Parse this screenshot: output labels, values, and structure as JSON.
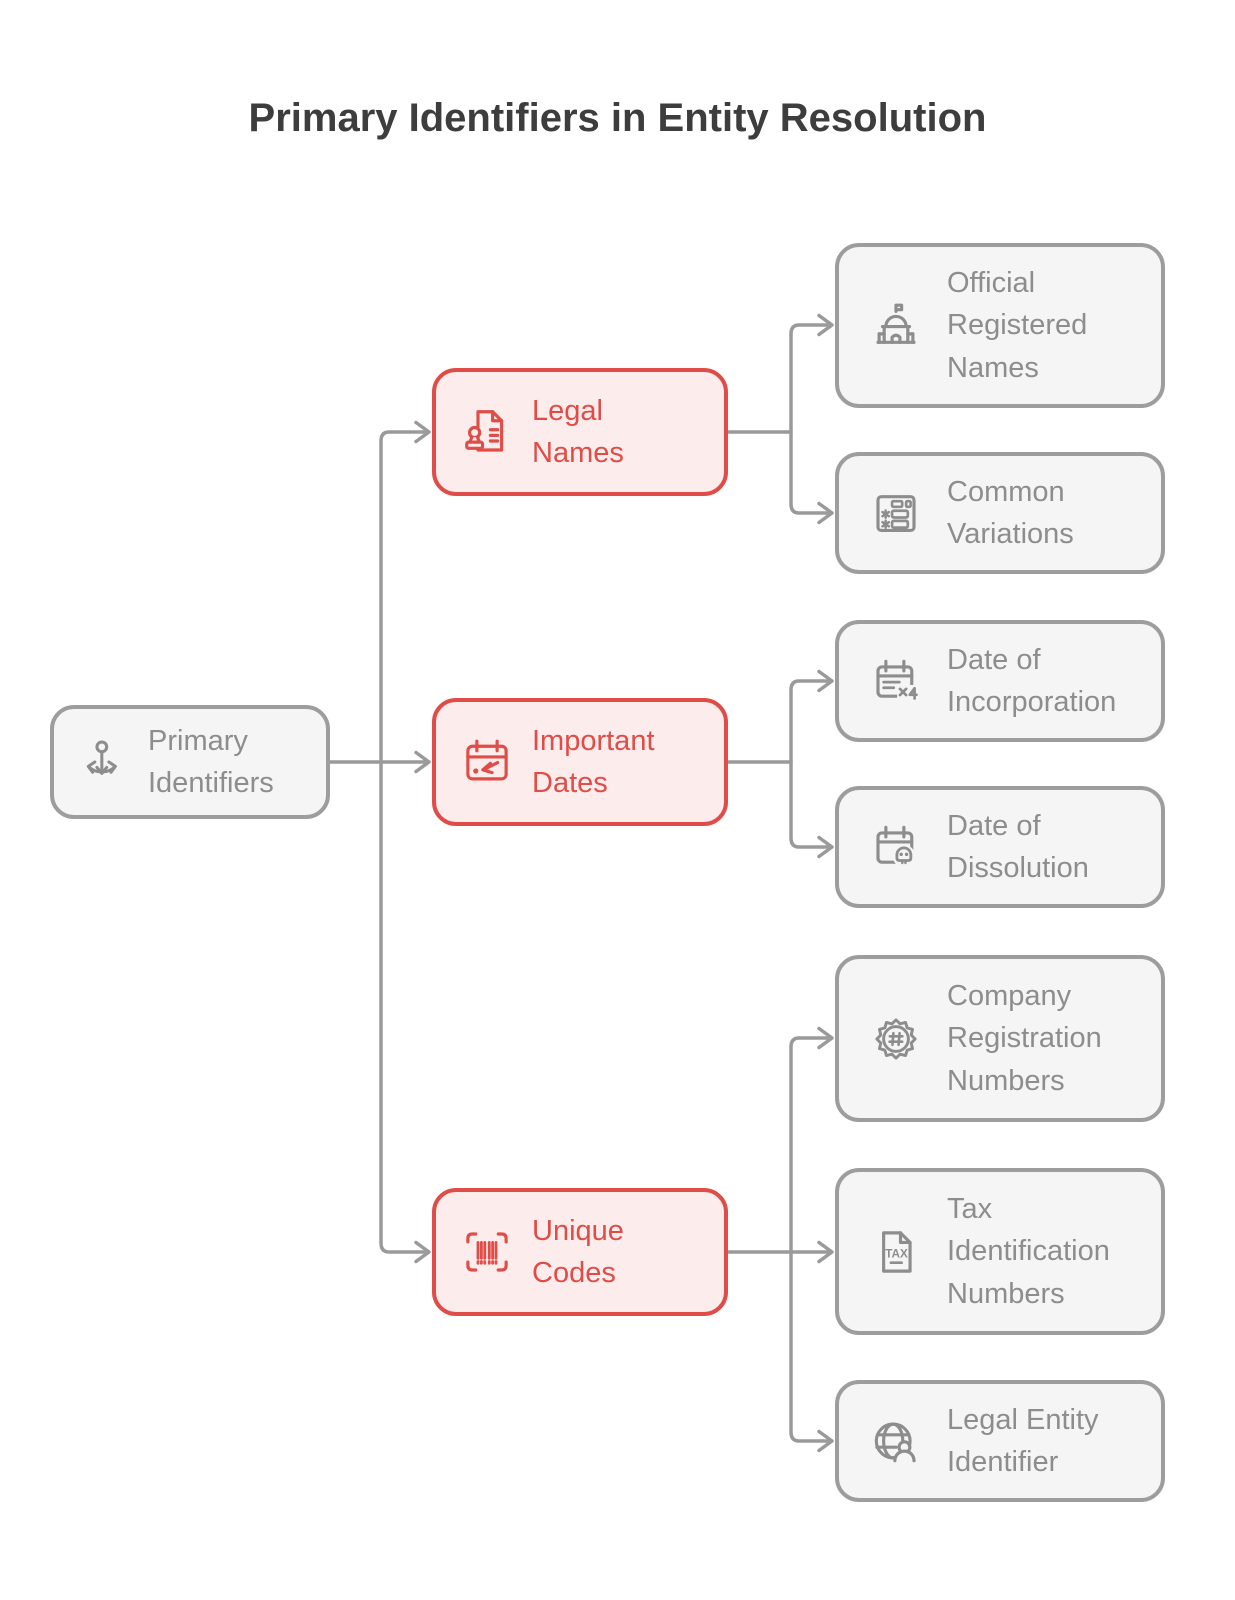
{
  "title": "Primary Identifiers in Entity Resolution",
  "colors": {
    "accent_red": "#e04c47",
    "accent_red_fill": "#fcecec",
    "gray_border": "#9d9d9d",
    "gray_fill": "#f5f5f5",
    "gray_text": "#8d8d8d",
    "title_color": "#3d3d3d",
    "connector": "#9a9a9a"
  },
  "nodes": {
    "root": {
      "label": "Primary\nIdentifiers",
      "icon": "anchor-icon"
    },
    "legal_names": {
      "label": "Legal\nNames",
      "icon": "stamp-document-icon"
    },
    "important_dates": {
      "label": "Important\nDates",
      "icon": "calendar-arrow-icon"
    },
    "unique_codes": {
      "label": "Unique\nCodes",
      "icon": "barcode-scan-icon"
    },
    "official_registered_names": {
      "label": "Official\nRegistered\nNames",
      "icon": "government-building-icon"
    },
    "common_variations": {
      "label": "Common\nVariations",
      "icon": "form-list-icon"
    },
    "date_of_incorporation": {
      "label": "Date of\nIncorporation",
      "icon": "calendar-multiply-icon"
    },
    "date_of_dissolution": {
      "label": "Date of\nDissolution",
      "icon": "calendar-skull-icon"
    },
    "company_registration_numbers": {
      "label": "Company\nRegistration\nNumbers",
      "icon": "seal-number-icon"
    },
    "tax_identification_numbers": {
      "label": "Tax\nIdentification\nNumbers",
      "icon": "tax-document-icon"
    },
    "legal_entity_identifier": {
      "label": "Legal Entity\nIdentifier",
      "icon": "globe-person-icon"
    }
  }
}
